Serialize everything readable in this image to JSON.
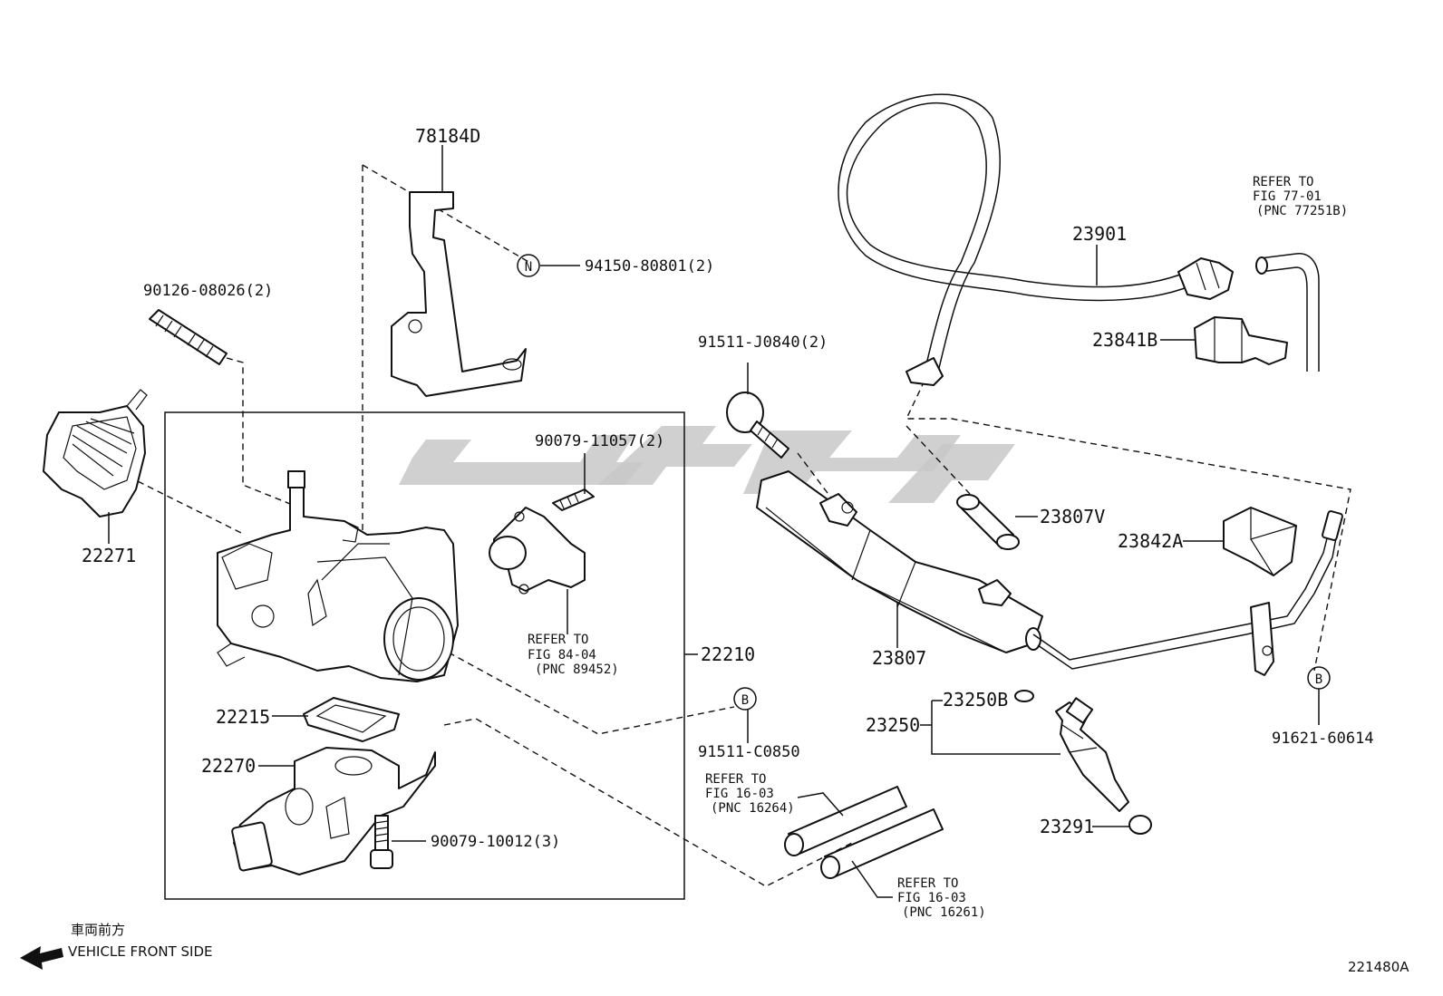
{
  "parts": {
    "p78184D": "78184D",
    "p94150": "94150-80801(2)",
    "p90126": "90126-08026(2)",
    "p22271": "22271",
    "p90079_11057": "90079-11057(2)",
    "p22210": "22210",
    "p22215": "22215",
    "p22270": "22270",
    "p90079_10012": "90079-10012(3)",
    "p91511_C0850": "91511-C0850",
    "p91511_J0840": "91511-J0840(2)",
    "p23901": "23901",
    "p23841B": "23841B",
    "p23807V": "23807V",
    "p23842A": "23842A",
    "p23807": "23807",
    "p23250B": "23250B",
    "p23250": "23250",
    "p23291": "23291",
    "p91621": "91621-60614"
  },
  "markers": {
    "n": "N",
    "b": "B"
  },
  "refs": {
    "r84": {
      "l1": "REFER TO",
      "l2": "FIG 84-04",
      "l3": "(PNC 89452)"
    },
    "r77": {
      "l1": "REFER TO",
      "l2": "FIG 77-01",
      "l3": "(PNC 77251B)"
    },
    "r16a": {
      "l1": "REFER TO",
      "l2": "FIG 16-03",
      "l3": "(PNC 16264)"
    },
    "r16b": {
      "l1": "REFER TO",
      "l2": "FIG 16-03",
      "l3": "(PNC 16261)"
    }
  },
  "footer": {
    "front_jp": "車両前方",
    "front_en": "VEHICLE FRONT SIDE",
    "diagram_id": "221480A"
  }
}
